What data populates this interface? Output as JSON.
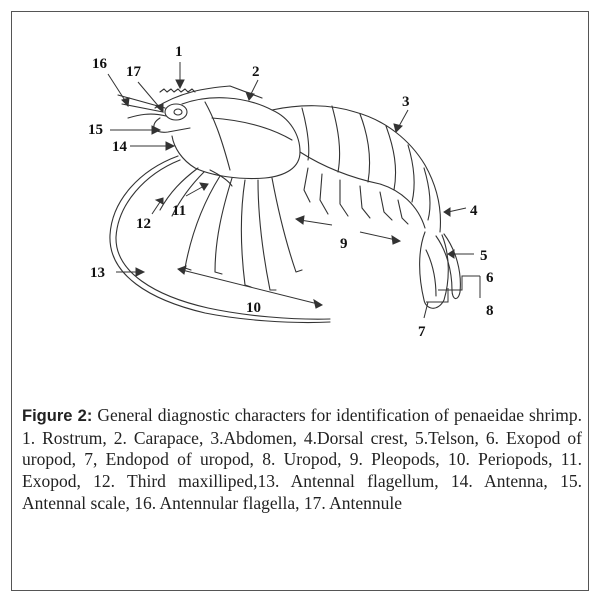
{
  "figure": {
    "label": "Figure 2:",
    "caption": "General diagnostic characters for identification of penaeidae shrimp. 1. Rostrum, 2. Carapace, 3.Abdomen, 4.Dorsal crest, 5.Telson, 6. Exopod of uropod, 7, Endopod of uropod, 8. Uropod, 9. Pleopods, 10. Periopods, 11. Exopod, 12. Third maxilliped,13. Antennal flagellum, 14. Antenna, 15. Antennal scale, 16. Antennular flagella, 17. Antennule"
  },
  "labels": [
    "1",
    "2",
    "3",
    "4",
    "5",
    "6",
    "7",
    "8",
    "9",
    "10",
    "11",
    "12",
    "13",
    "14",
    "15",
    "16",
    "17"
  ]
}
